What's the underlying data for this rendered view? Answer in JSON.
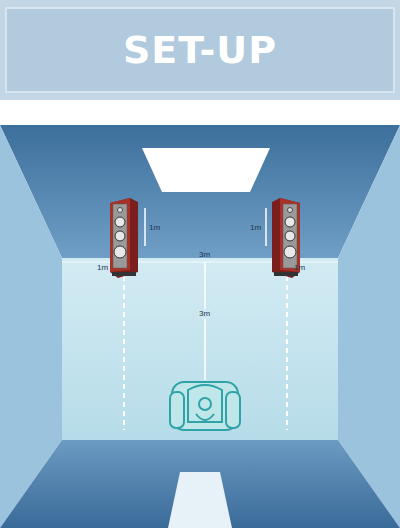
{
  "diagram": {
    "title": "SET-UP",
    "labels": [
      "1m",
      "1m",
      "3m",
      "1m",
      "1m",
      "3m"
    ]
  }
}
